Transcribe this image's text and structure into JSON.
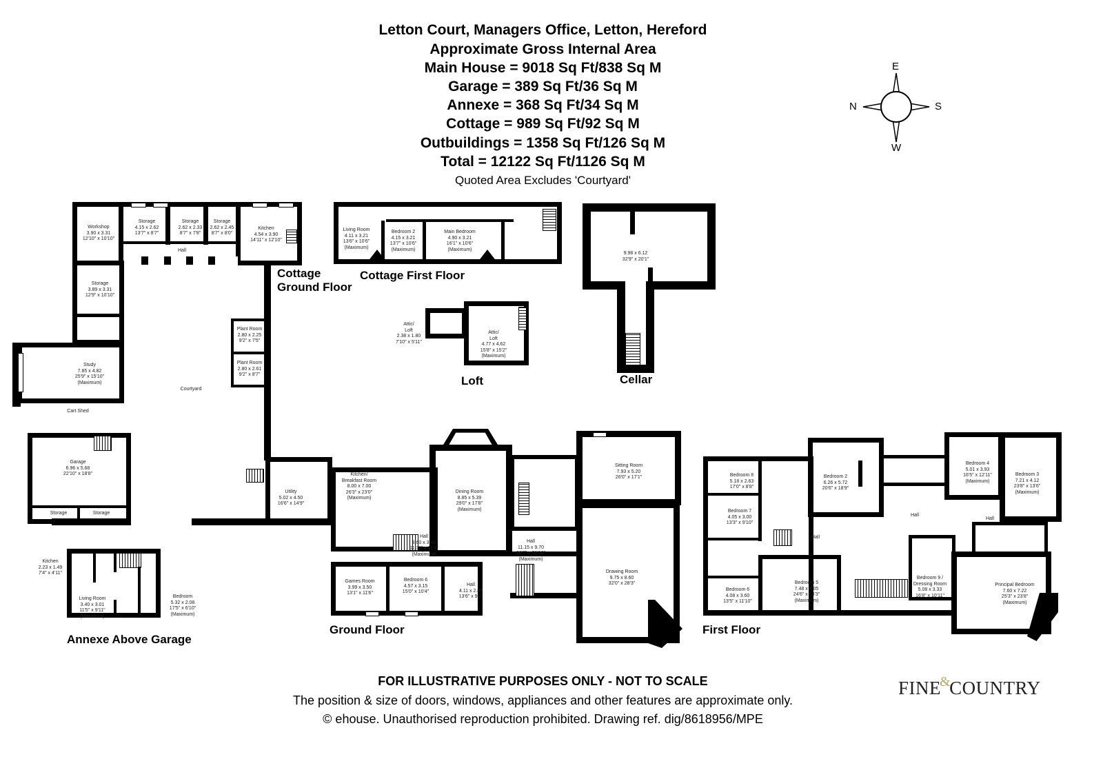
{
  "header": {
    "title": "Letton Court, Managers Office, Letton, Hereford",
    "subtitle": "Approximate Gross Internal Area",
    "areas": [
      "Main House = 9018 Sq Ft/838 Sq M",
      "Garage = 389 Sq Ft/36 Sq M",
      "Annexe = 368 Sq Ft/34 Sq M",
      "Cottage = 989 Sq Ft/92 Sq M",
      "Outbuildings = 1358 Sq Ft/126 Sq M",
      "Total = 12122 Sq Ft/1126 Sq M"
    ],
    "note": "Quoted Area Excludes 'Courtyard'"
  },
  "compass": {
    "n": "N",
    "e": "E",
    "s": "S",
    "w": "W"
  },
  "floor_titles": {
    "cottage_ground_1": "Cottage",
    "cottage_ground_2": "Ground Floor",
    "cottage_first": "Cottage First Floor",
    "loft": "Loft",
    "cellar": "Cellar",
    "annexe": "Annexe Above Garage",
    "ground": "Ground Floor",
    "first": "First Floor"
  },
  "rooms": {
    "workshop": [
      "Workshop",
      "3.90 x 3.31",
      "12'10\" x 10'10\""
    ],
    "storage_a": [
      "Storage",
      "4.15 x 2.62",
      "13'7\" x 8'7\""
    ],
    "storage_b": [
      "Storage",
      "2.62 x 2.33",
      "8'7\" x 7'8\""
    ],
    "storage_c": [
      "Storage",
      "2.62 x 2.45",
      "8'7\" x 8'0\""
    ],
    "cottage_kitchen": [
      "Kitchen",
      "4.54 x 3.90",
      "14'11\" x 12'10\""
    ],
    "cottage_hall": [
      "Hall"
    ],
    "storage_d": [
      "Storage",
      "3.89 x 3.31",
      "12'9\" x 10'10\""
    ],
    "study": [
      "Study",
      "7.85 x 4.82",
      "25'9\" x 15'10\"",
      "(Maximum)"
    ],
    "plant_room_1": [
      "Plant Room",
      "2.80 x 2.25",
      "9'2\" x 7'5\""
    ],
    "plant_room_2": [
      "Plant Room",
      "2.80 x 2.61",
      "9'2\" x 8'7\""
    ],
    "courtyard": [
      "Courtyard"
    ],
    "cart_shed": [
      "Cart Shed"
    ],
    "garage": [
      "Garage",
      "6.96 x 5.68",
      "22'10\" x 18'8\""
    ],
    "garage_storage_1": [
      "Storage"
    ],
    "garage_storage_2": [
      "Storage"
    ],
    "utility": [
      "Utility",
      "5.02 x 4.50",
      "16'6\" x 14'9\""
    ],
    "cf_living": [
      "Living Room",
      "4.11 x 3.21",
      "13'6\" x 10'6\"",
      "(Maximum)"
    ],
    "cf_bedroom2": [
      "Bedroom 2",
      "4.15 x 3.21",
      "13'7\" x 10'6\"",
      "(Maximum)"
    ],
    "cf_main_bedroom": [
      "Main Bedroom",
      "4.90 x 3.21",
      "16'1\" x 10'6\"",
      "(Maximum)"
    ],
    "attic_small": [
      "Attic/",
      "Loft",
      "2.38 x 1.80",
      "7'10\" x 5'11\""
    ],
    "attic_large": [
      "Attic/",
      "Loft",
      "4.77 x 4.62",
      "15'8\" x 15'2\"",
      "(Maximum)"
    ],
    "cellar": [
      "9.98 x 6.12",
      "32'9\" x 20'1\""
    ],
    "annexe_kitchen": [
      "Kitchen",
      "2.23 x 1.49",
      "7'4\" x 4'11\""
    ],
    "annexe_living": [
      "Living Room",
      "3.40 x 3.01",
      "11'5\" x 9'11\"",
      "(Maximum)"
    ],
    "annexe_bedroom": [
      "Bedroom",
      "5.32 x 2.08",
      "17'5\" x 6'10\"",
      "(Maximum)"
    ],
    "kitchen_breakfast": [
      "Kitchen/",
      "Breakfast Room",
      "8.00 x 7.00",
      "26'3\" x 23'0\"",
      "(Maximum)"
    ],
    "dining": [
      "Dining Room",
      "8.85 x 5.39",
      "29'0\" x 17'8\"",
      "(Maximum)"
    ],
    "gf_hall_small": [
      "Hall",
      "3.60 x 3.43",
      "11'10\" x 11'3\"",
      "(Maximum)"
    ],
    "gf_hall_main": [
      "Hall",
      "11.15 x 9.70",
      "36'7\" x 31'10\"",
      "(Maximum)"
    ],
    "games": [
      "Games Room",
      "3.99 x 3.50",
      "13'1\" x 11'6\""
    ],
    "gf_bedroom6": [
      "Bedroom 6",
      "4.57 x 3.15",
      "15'0\" x 10'4\""
    ],
    "gf_hall_entry": [
      "Hall",
      "4.11 x 2.80",
      "13'6\" x 9'2\""
    ],
    "sitting": [
      "Sitting Room",
      "7.93 x 5.20",
      "26'0\" x 17'1\""
    ],
    "drawing": [
      "Drawing Room",
      "9.75 x 8.60",
      "32'0\" x 28'3\""
    ],
    "ff_bedroom8": [
      "Bedroom 8",
      "5.18 x 2.63",
      "17'0\" x 8'8\""
    ],
    "ff_bedroom7": [
      "Bedroom 7",
      "4.05 x 3.00",
      "13'3\" x 9'10\""
    ],
    "ff_bedroom2": [
      "Bedroom 2",
      "6.26 x 5.72",
      "20'6\" x 18'9\""
    ],
    "ff_hall_1": [
      "Hall"
    ],
    "ff_bedroom6": [
      "Bedroom 6",
      "4.08 x 3.60",
      "13'5\" x 11'10\""
    ],
    "ff_bedroom5": [
      "Bedroom 5",
      "7.48 x 4.05",
      "24'6\" x 13'3\"",
      "(Maximum)"
    ],
    "ff_hall_2": [
      "Hall"
    ],
    "ff_bedroom4": [
      "Bedroom 4",
      "5.01 x 3.93",
      "16'5\" x 12'11\"",
      "(Maximum)"
    ],
    "ff_bedroom3": [
      "Bedroom 3",
      "7.21 x 4.12",
      "23'8\" x 13'6\"",
      "(Maximum)"
    ],
    "ff_hall_3": [
      "Hall"
    ],
    "ff_bedroom9": [
      "Bedroom 9 /",
      "Dressing Room",
      "5.08 x 3.33",
      "16'8\" x 10'11\""
    ],
    "principal": [
      "Principal Bedroom",
      "7.60 x 7.22",
      "25'3\" x 23'8\"",
      "(Maximum)"
    ]
  },
  "footer": {
    "disclaimer": "FOR ILLUSTRATIVE PURPOSES ONLY - NOT TO SCALE",
    "line2": "The position & size of doors, windows, appliances and other features are approximate only.",
    "line3": "© ehouse. Unauthorised reproduction prohibited. Drawing ref. dig/8618956/MPE"
  },
  "logo": {
    "left": "Fine",
    "amp": "&",
    "right": "Country"
  }
}
